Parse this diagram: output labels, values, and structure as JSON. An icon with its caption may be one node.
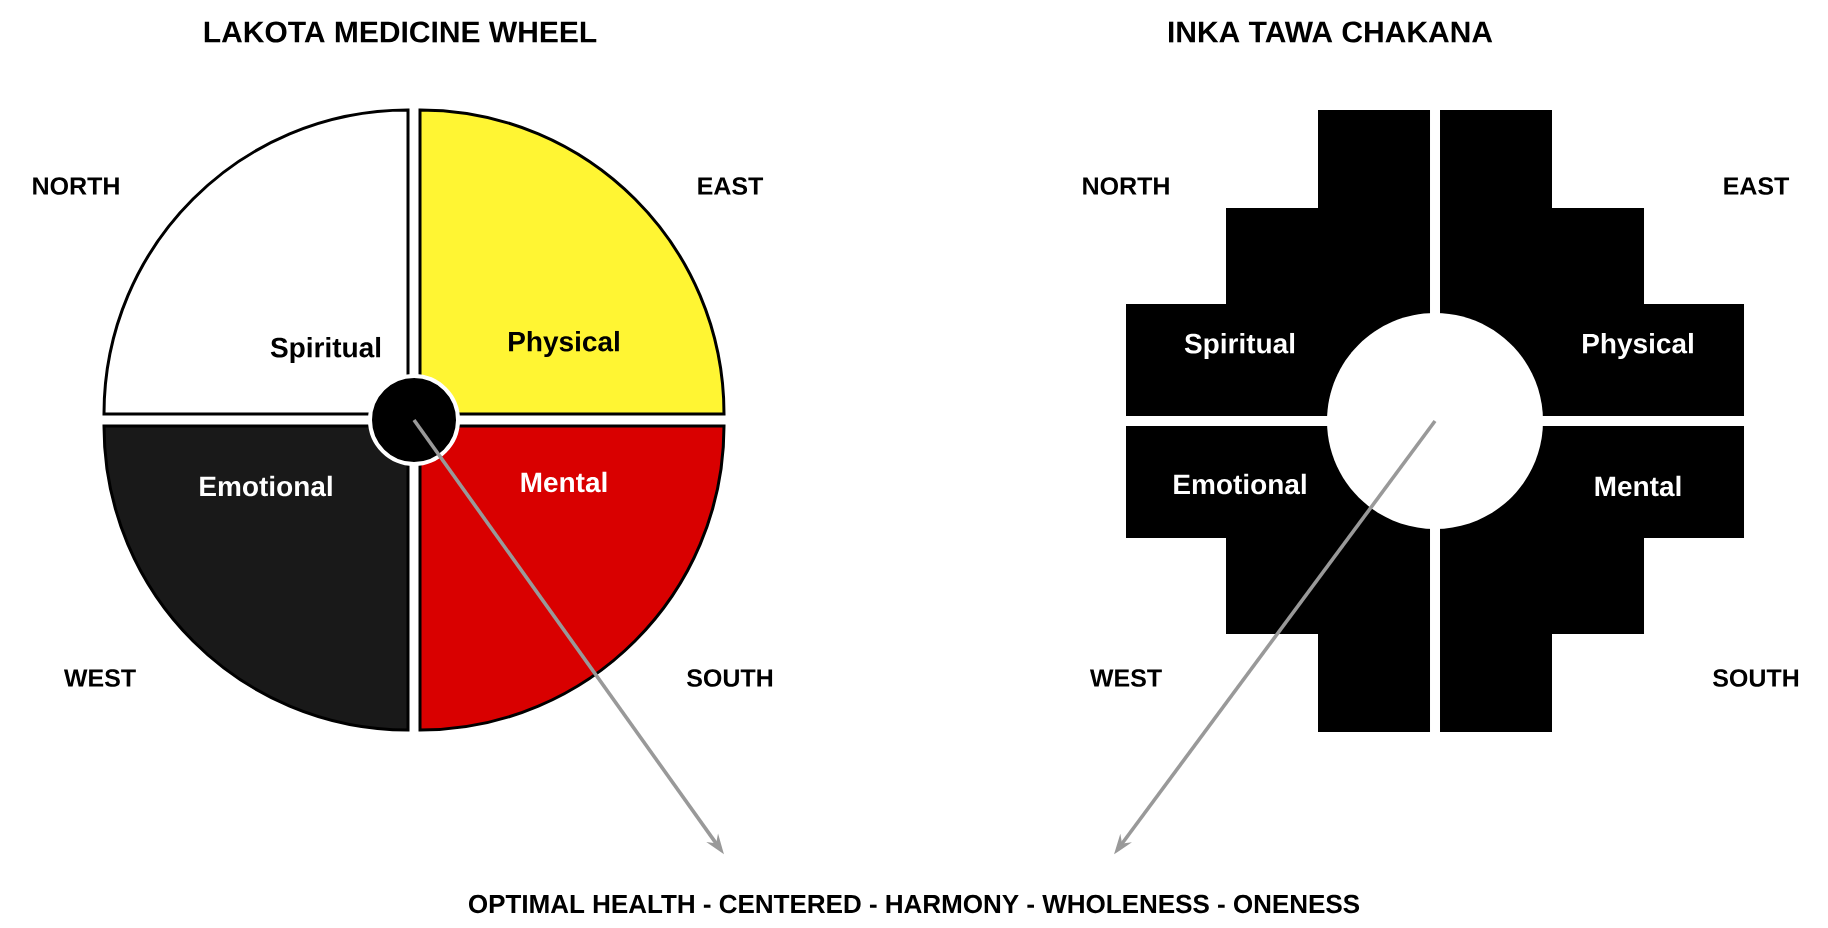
{
  "diagram": {
    "nodes": [
      {
        "text": [
          "Spiritual"
        ]
      },
      {
        "text": [
          "Physical"
        ]
      },
      {
        "text": [
          "Emotional"
        ]
      },
      {
        "text": [
          "Mental"
        ]
      },
      {
        "text": [],
        "shape": "circle"
      },
      {
        "text": [
          "Spiritual"
        ]
      },
      {
        "text": [
          "Physical"
        ]
      },
      {
        "text": [
          "Emotional"
        ]
      },
      {
        "text": [
          "Mental"
        ]
      },
      {
        "text": [],
        "shape": "circle"
      },
      {
        "text": [
          "OPTIMAL HEALTH - CENTERED - HARMONY - WHOLENESS - ONENESS"
        ]
      }
    ],
    "edges": [
      {
        "from": 4,
        "to": 10,
        "arrow": "to"
      },
      {
        "from": 9,
        "to": 10,
        "arrow": "to"
      }
    ],
    "labels": [
      "LAKOTA MEDICINE WHEEL",
      "INKA TAWA CHAKANA",
      "NORTH",
      "EAST",
      "NORTH",
      "EAST",
      "WEST",
      "SOUTH",
      "WEST",
      "SOUTH"
    ]
  }
}
